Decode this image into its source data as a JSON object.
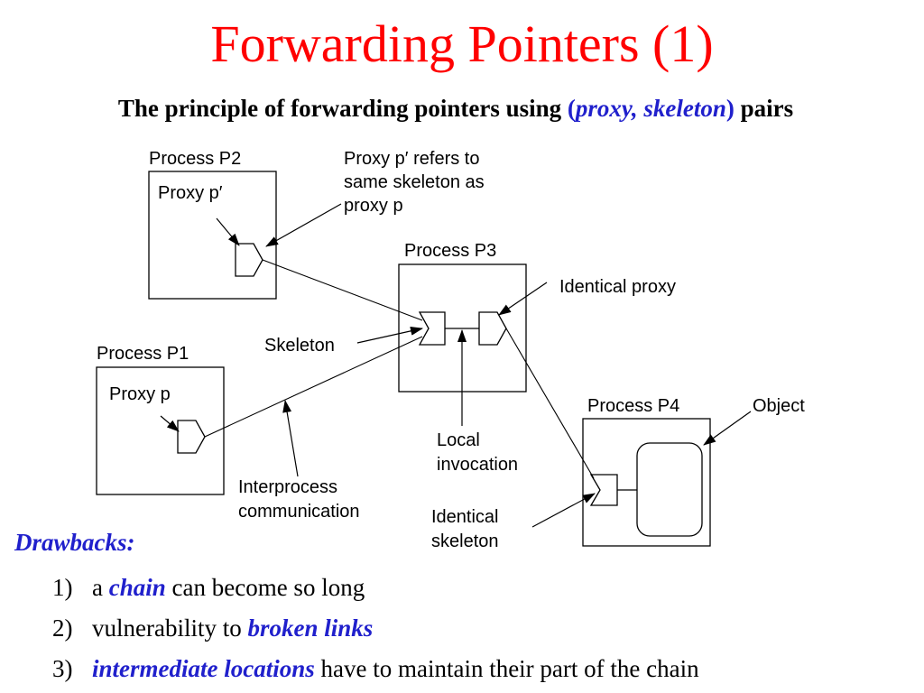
{
  "title": "Forwarding Pointers (1)",
  "subtitle": {
    "before": "The principle of forwarding pointers using ",
    "open_paren": "(",
    "emph": "proxy, skeleton",
    "close_paren": ")",
    "after": " pairs"
  },
  "diagram": {
    "processes": {
      "p1": "Process P1",
      "p2": "Process P2",
      "p3": "Process P3",
      "p4": "Process P4"
    },
    "proxy_p": "Proxy p",
    "proxy_p_prime": "Proxy p′",
    "annotations": {
      "proxy_refers": [
        "Proxy p′ refers to",
        "same skeleton as",
        "proxy p"
      ],
      "identical_proxy": "Identical proxy",
      "skeleton": "Skeleton",
      "object": "Object",
      "local_invocation": [
        "Local",
        "invocation"
      ],
      "interprocess": [
        "Interprocess",
        "communication"
      ],
      "identical_skeleton": [
        "Identical",
        "skeleton"
      ]
    }
  },
  "drawbacks": {
    "heading": "Drawbacks:",
    "items": [
      {
        "num": "1)",
        "before": "a ",
        "keyword": "chain",
        "after": " can become so long"
      },
      {
        "num": "2)",
        "before": "vulnerability to ",
        "keyword": "broken links",
        "after": ""
      },
      {
        "num": "3)",
        "before": "",
        "keyword": "intermediate locations",
        "after": " have to maintain their part of the chain"
      }
    ]
  },
  "colors": {
    "title": "#ff0000",
    "highlight": "#2020cc",
    "text": "#000000",
    "background": "#ffffff"
  }
}
